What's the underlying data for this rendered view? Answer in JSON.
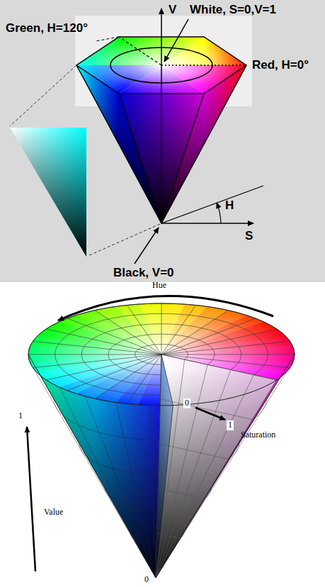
{
  "diagram": {
    "labels": [
      "Green, H=120°",
      "V",
      "White, S=0,V=1",
      "Red, H=0°",
      "H",
      "S",
      "Black, V=0",
      "Hue",
      "1",
      "0",
      "1",
      "Saturation",
      "Value",
      "0"
    ]
  }
}
